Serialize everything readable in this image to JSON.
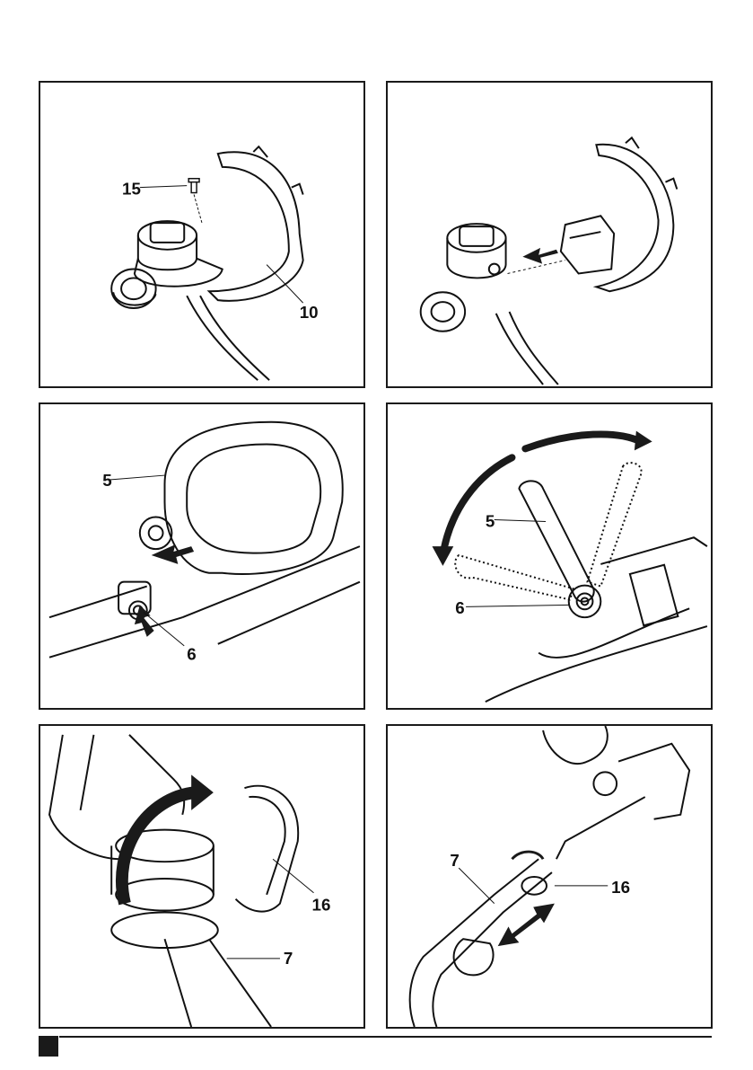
{
  "figures": [
    {
      "id": "A",
      "callouts": [
        "15",
        "10"
      ]
    },
    {
      "id": "B",
      "callouts": []
    },
    {
      "id": "C",
      "callouts": [
        "5",
        "6"
      ]
    },
    {
      "id": "D",
      "callouts": [
        "5",
        "6"
      ]
    },
    {
      "id": "E",
      "callouts": [
        "16",
        "7"
      ]
    },
    {
      "id": "F",
      "callouts": [
        "7",
        "16"
      ]
    }
  ],
  "colors": {
    "line": "#111111",
    "arrow": "#1a1a1a",
    "frame": "#1a1a1a"
  }
}
